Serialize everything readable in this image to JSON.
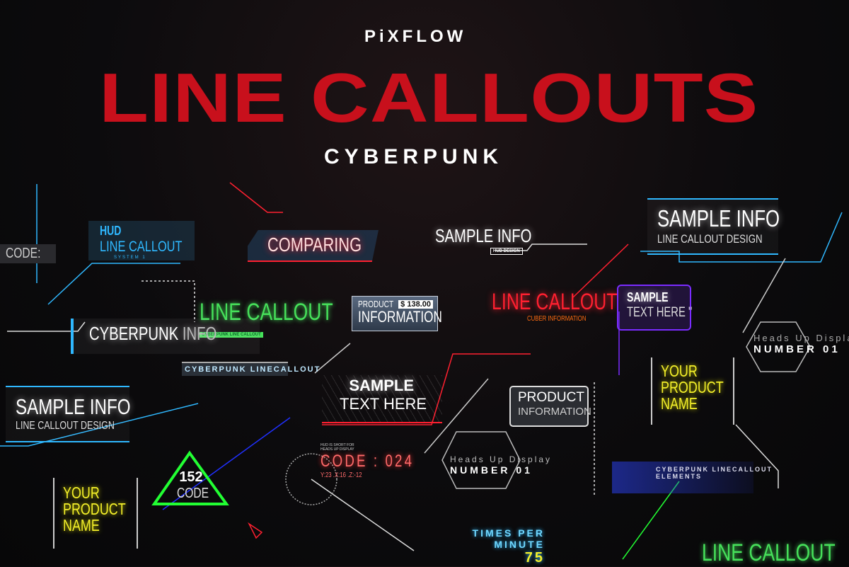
{
  "header": {
    "logo": "PiXFLOW",
    "title": "LINE CALLOUTS",
    "subtitle": "CYBERPUNK"
  },
  "colors": {
    "title": "#c8101c",
    "blue": "#2fb8ff",
    "green": "#46e05a",
    "red": "#ff2030",
    "purple": "#7a2cff",
    "yellow": "#f4f02a",
    "orange": "#ff6a10"
  },
  "callouts": {
    "code_left": "CODE:",
    "hud": {
      "title": "HUD",
      "subtitle": "LINE CALLOUT",
      "tag": "SYSTEM 1"
    },
    "comparing": "COMPARING",
    "sample_info_center": {
      "title": "SAMPLE INFO",
      "tag": "HUD DESIGN"
    },
    "sample_info_top_right": {
      "title": "SAMPLE INFO",
      "subtitle": "LINE CALLOUT DESIGN"
    },
    "green_line_callout": {
      "title": "LINE CALLOUT",
      "tag": "CYBERPUNK LINE CALLOUT"
    },
    "product_price": {
      "title": "PRODUCT",
      "price": "$ 138.00",
      "subtitle": "INFORMATION"
    },
    "red_line_callout": {
      "title": "LINE CALLOUT",
      "subtitle": "CUBER INFORMATION"
    },
    "purple_sample": {
      "title": "SAMPLE",
      "subtitle": "TEXT HERE \""
    },
    "hud_right": {
      "title": "Heads Up Display",
      "subtitle": "NUMBER 01"
    },
    "cyberpunk_info": {
      "bold": "CYBERPUNK",
      "light": "INFO"
    },
    "cyberpunk_linecallout": "CYBERPUNK LINECALLOUT",
    "sample_text": {
      "title": "SAMPLE",
      "subtitle": "TEXT HERE"
    },
    "product_info": {
      "title": "PRODUCT",
      "subtitle": "INFORMATION"
    },
    "product_name_right": {
      "l1": "YOUR",
      "l2": "PRODUCT",
      "l3": "NAME"
    },
    "sample_info_left": {
      "title": "SAMPLE INFO",
      "subtitle": "LINE CALLOUT DESIGN"
    },
    "code_152": {
      "number": "152",
      "label": "CODE"
    },
    "code_024": {
      "note": "HUD IS SHORT FOR HEADS UP DISPLAY",
      "code": "CODE : 024",
      "coords": "Y:23 .X:16 .Z:-12"
    },
    "hud_center": {
      "title": "Heads Up Display",
      "subtitle": "NUMBER 01"
    },
    "linecallout_elements": {
      "l1": "CYBERPUNK LINECALLOUT",
      "l2": "ELEMENTS"
    },
    "product_name_left": {
      "l1": "YOUR",
      "l2": "PRODUCT",
      "l3": "NAME"
    },
    "times_per_minute": {
      "l1": "TIMES PER",
      "l2": "MINUTE",
      "value": "75"
    },
    "bottom_line_callout": "LINE CALLOUT"
  }
}
